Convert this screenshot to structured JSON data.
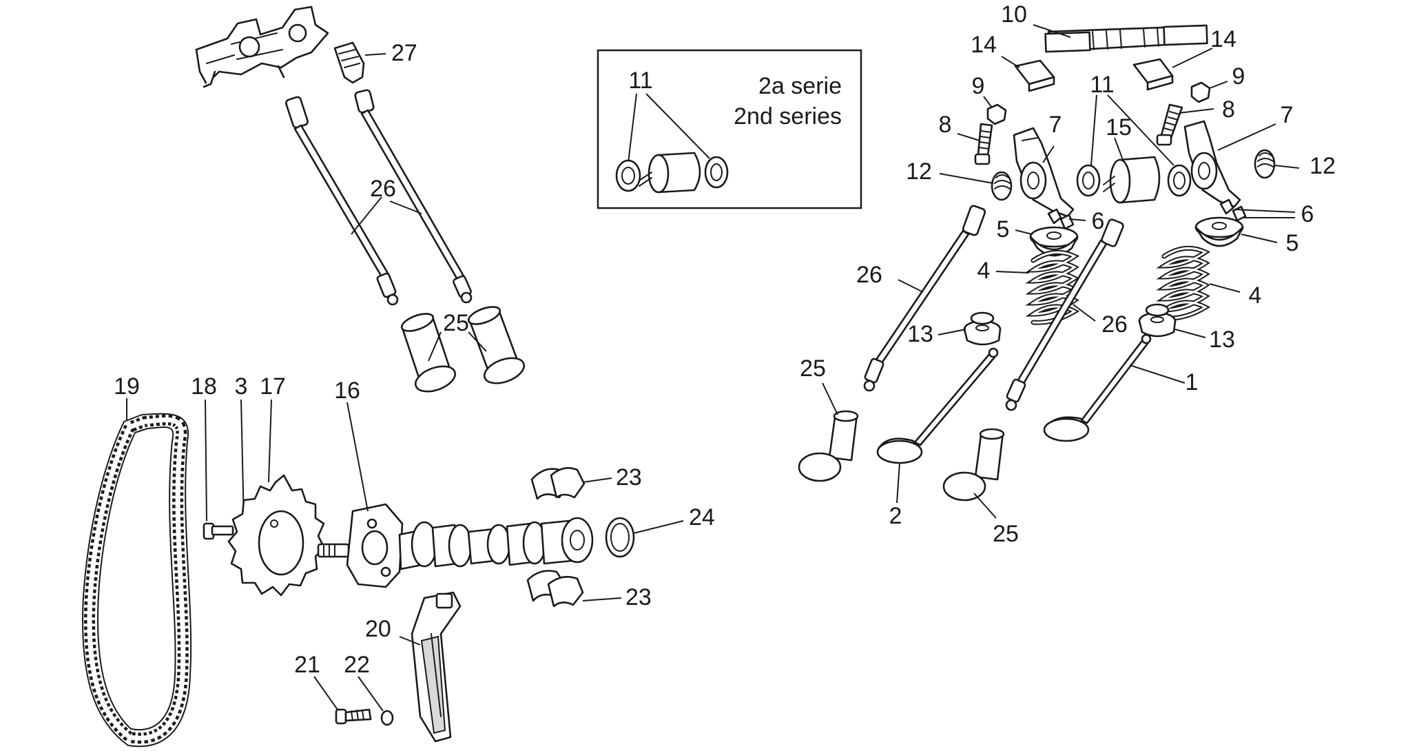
{
  "inset": {
    "line1": "2a serie",
    "line2": "2nd series",
    "part_label": "11"
  },
  "labels": {
    "p27": "27",
    "p26a": "26",
    "p25a": "25",
    "p19": "19",
    "p18": "18",
    "p3": "3",
    "p17": "17",
    "p16": "16",
    "p23a": "23",
    "p24": "24",
    "p23b": "23",
    "p20": "20",
    "p21": "21",
    "p22": "22",
    "p10": "10",
    "p14a": "14",
    "p14b": "14",
    "p9a": "9",
    "p9b": "9",
    "p8a": "8",
    "p8b": "8",
    "p7a": "7",
    "p7b": "7",
    "p11": "11",
    "p15": "15",
    "p12a": "12",
    "p12b": "12",
    "p6a": "6",
    "p6b": "6",
    "p5a": "5",
    "p5b": "5",
    "p4a": "4",
    "p4b": "4",
    "p26b": "26",
    "p26c": "26",
    "p13a": "13",
    "p13b": "13",
    "p25b": "25",
    "p25c": "25",
    "p2": "2",
    "p1": "1"
  }
}
